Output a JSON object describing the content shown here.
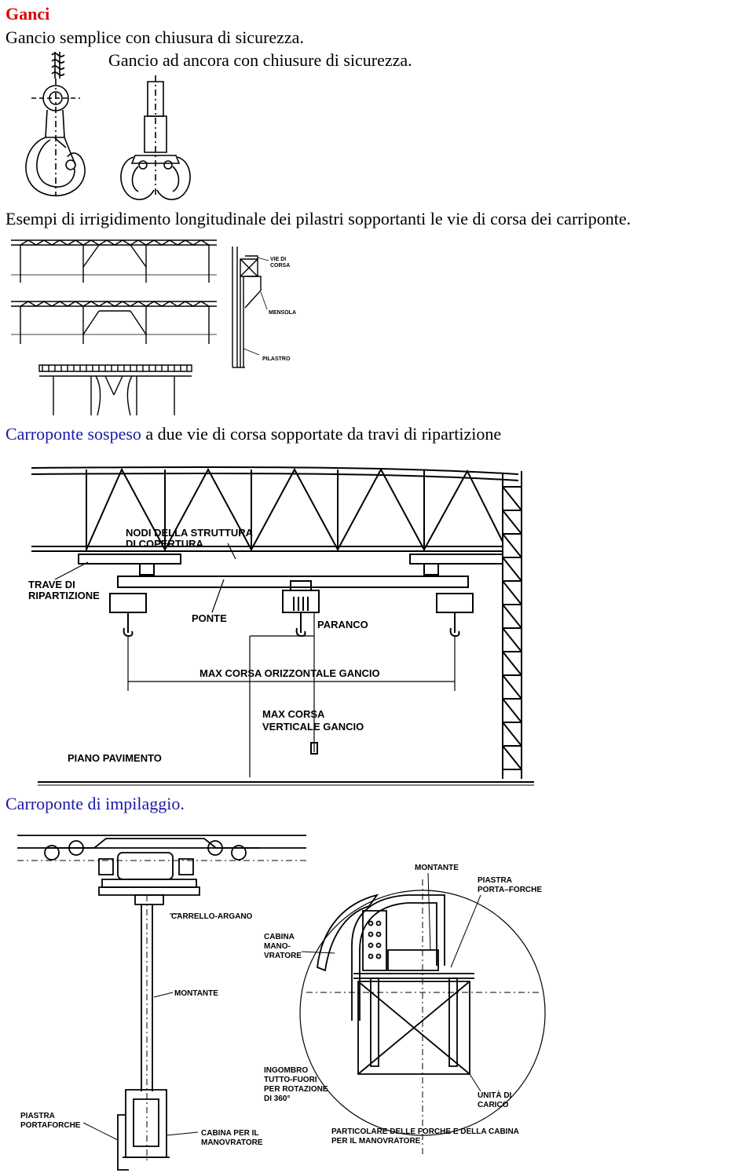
{
  "section1": {
    "heading": "Ganci",
    "caption_simple": "Gancio semplice con chiusura di sicurezza.",
    "caption_anchor": "Gancio ad ancora con chiusure di sicurezza."
  },
  "section2": {
    "caption": "Esempi di irrigidimento longitudinale dei pilastri sopportanti le vie di corsa dei carriponte.",
    "labels": {
      "vie_di": "VIE DI",
      "corsa": "CORSA",
      "mensola": "MENSOLA",
      "pilastro": "PILASTRO"
    }
  },
  "section3": {
    "caption_colored": "Carroponte sospeso",
    "caption_rest": " a due vie di corsa sopportate da travi di ripartizione",
    "labels": {
      "nodi_1": "NODI DELLA STRUTTURA",
      "nodi_2": "DI COPERTURA",
      "trave_1": "TRAVE DI",
      "trave_2": "RIPARTIZIONE",
      "ponte": "PONTE",
      "paranco": "PARANCO",
      "max_orizz": "MAX CORSA ORIZZONTALE GANCIO",
      "max_vert_1": "MAX CORSA",
      "max_vert_2": "VERTICALE GANCIO",
      "piano": "PIANO PAVIMENTO"
    }
  },
  "section4": {
    "caption": "Carroponte di impilaggio.",
    "labels": {
      "carrello": "CARRELLO-ARGANO",
      "montante_left": "MONTANTE",
      "piastra_left_1": "PIASTRA",
      "piastra_left_2": "PORTAFORCHE",
      "cabina_1": "CABINA PER IL",
      "cabina_2": "MANOVRATORE",
      "montante_right": "MONTANTE",
      "piastra_right_1": "PIASTRA",
      "piastra_right_2": "PORTA–FORCHE",
      "cabina_mano_1": "CABINA",
      "cabina_mano_2": "MANO-",
      "cabina_mano_3": "VRATORE",
      "ingombro_1": "INGOMBRO",
      "ingombro_2": "TUTTO-FUORI",
      "ingombro_3": "PER ROTAZIONE",
      "ingombro_4": "DI 360°",
      "unita_1": "UNITÀ DI",
      "unita_2": "CARICO",
      "particolare_1": "PARTICOLARE DELLE FORCHE E DELLA CABINA",
      "particolare_2": "PER IL MANOVRATORE"
    }
  }
}
